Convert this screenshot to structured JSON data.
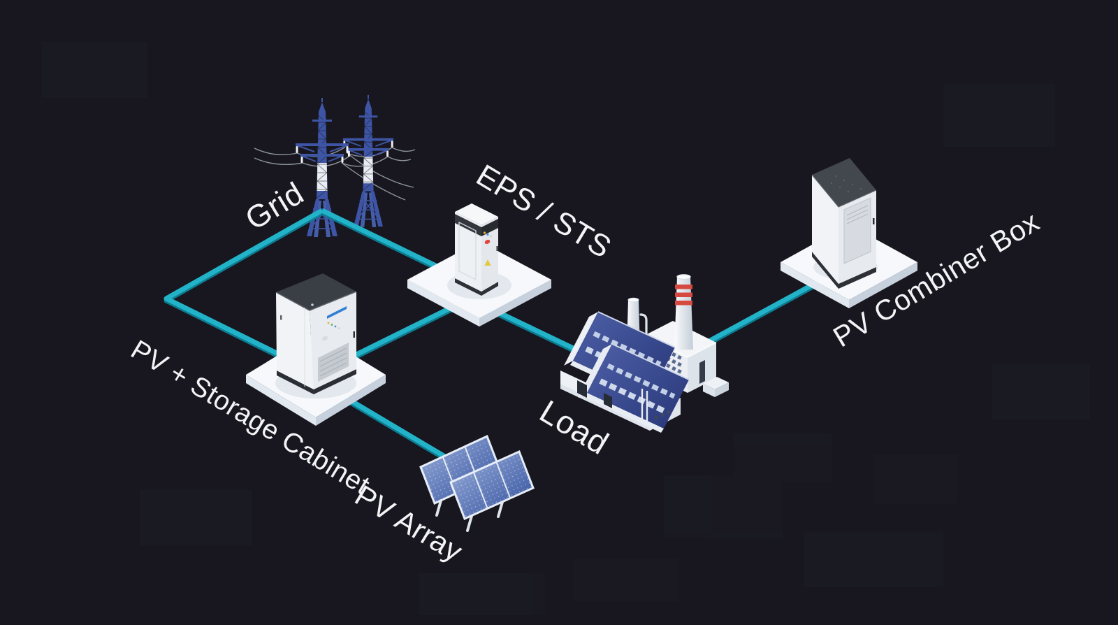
{
  "diagram": {
    "type": "isometric energy system topology",
    "colors": {
      "background": "#18171f",
      "connection_line": "#22b3c9",
      "connection_line_shadow": "#0d7c91",
      "label_text": "#f3f4f6",
      "roof_blue": "#3c4f9e",
      "panel_blue": "#3f5da8",
      "tower_blue": "#3e55a6",
      "chimney_stripe_red": "#d6493f"
    },
    "nodes": [
      {
        "id": "grid",
        "label": "Grid",
        "icon": "transmission-towers-icon"
      },
      {
        "id": "eps_sts",
        "label": "EPS / STS",
        "icon": "electrical-cabinet-icon"
      },
      {
        "id": "pv_combiner_box",
        "label": "PV Combiner Box",
        "icon": "combiner-cabinet-icon"
      },
      {
        "id": "pv_storage_cabinet",
        "label": "PV + Storage Cabinet",
        "icon": "storage-cabinet-icon"
      },
      {
        "id": "load",
        "label": "Load",
        "icon": "factory-icon"
      },
      {
        "id": "pv_array",
        "label": "PV Array",
        "icon": "solar-panels-icon"
      }
    ],
    "connections": [
      {
        "from": "grid",
        "to": "pv_storage_cabinet"
      },
      {
        "from": "grid",
        "to": "eps_sts"
      },
      {
        "from": "pv_storage_cabinet",
        "to": "eps_sts"
      },
      {
        "from": "eps_sts",
        "to": "load"
      },
      {
        "from": "load",
        "to": "pv_combiner_box"
      },
      {
        "from": "pv_storage_cabinet",
        "to": "pv_array"
      }
    ]
  }
}
